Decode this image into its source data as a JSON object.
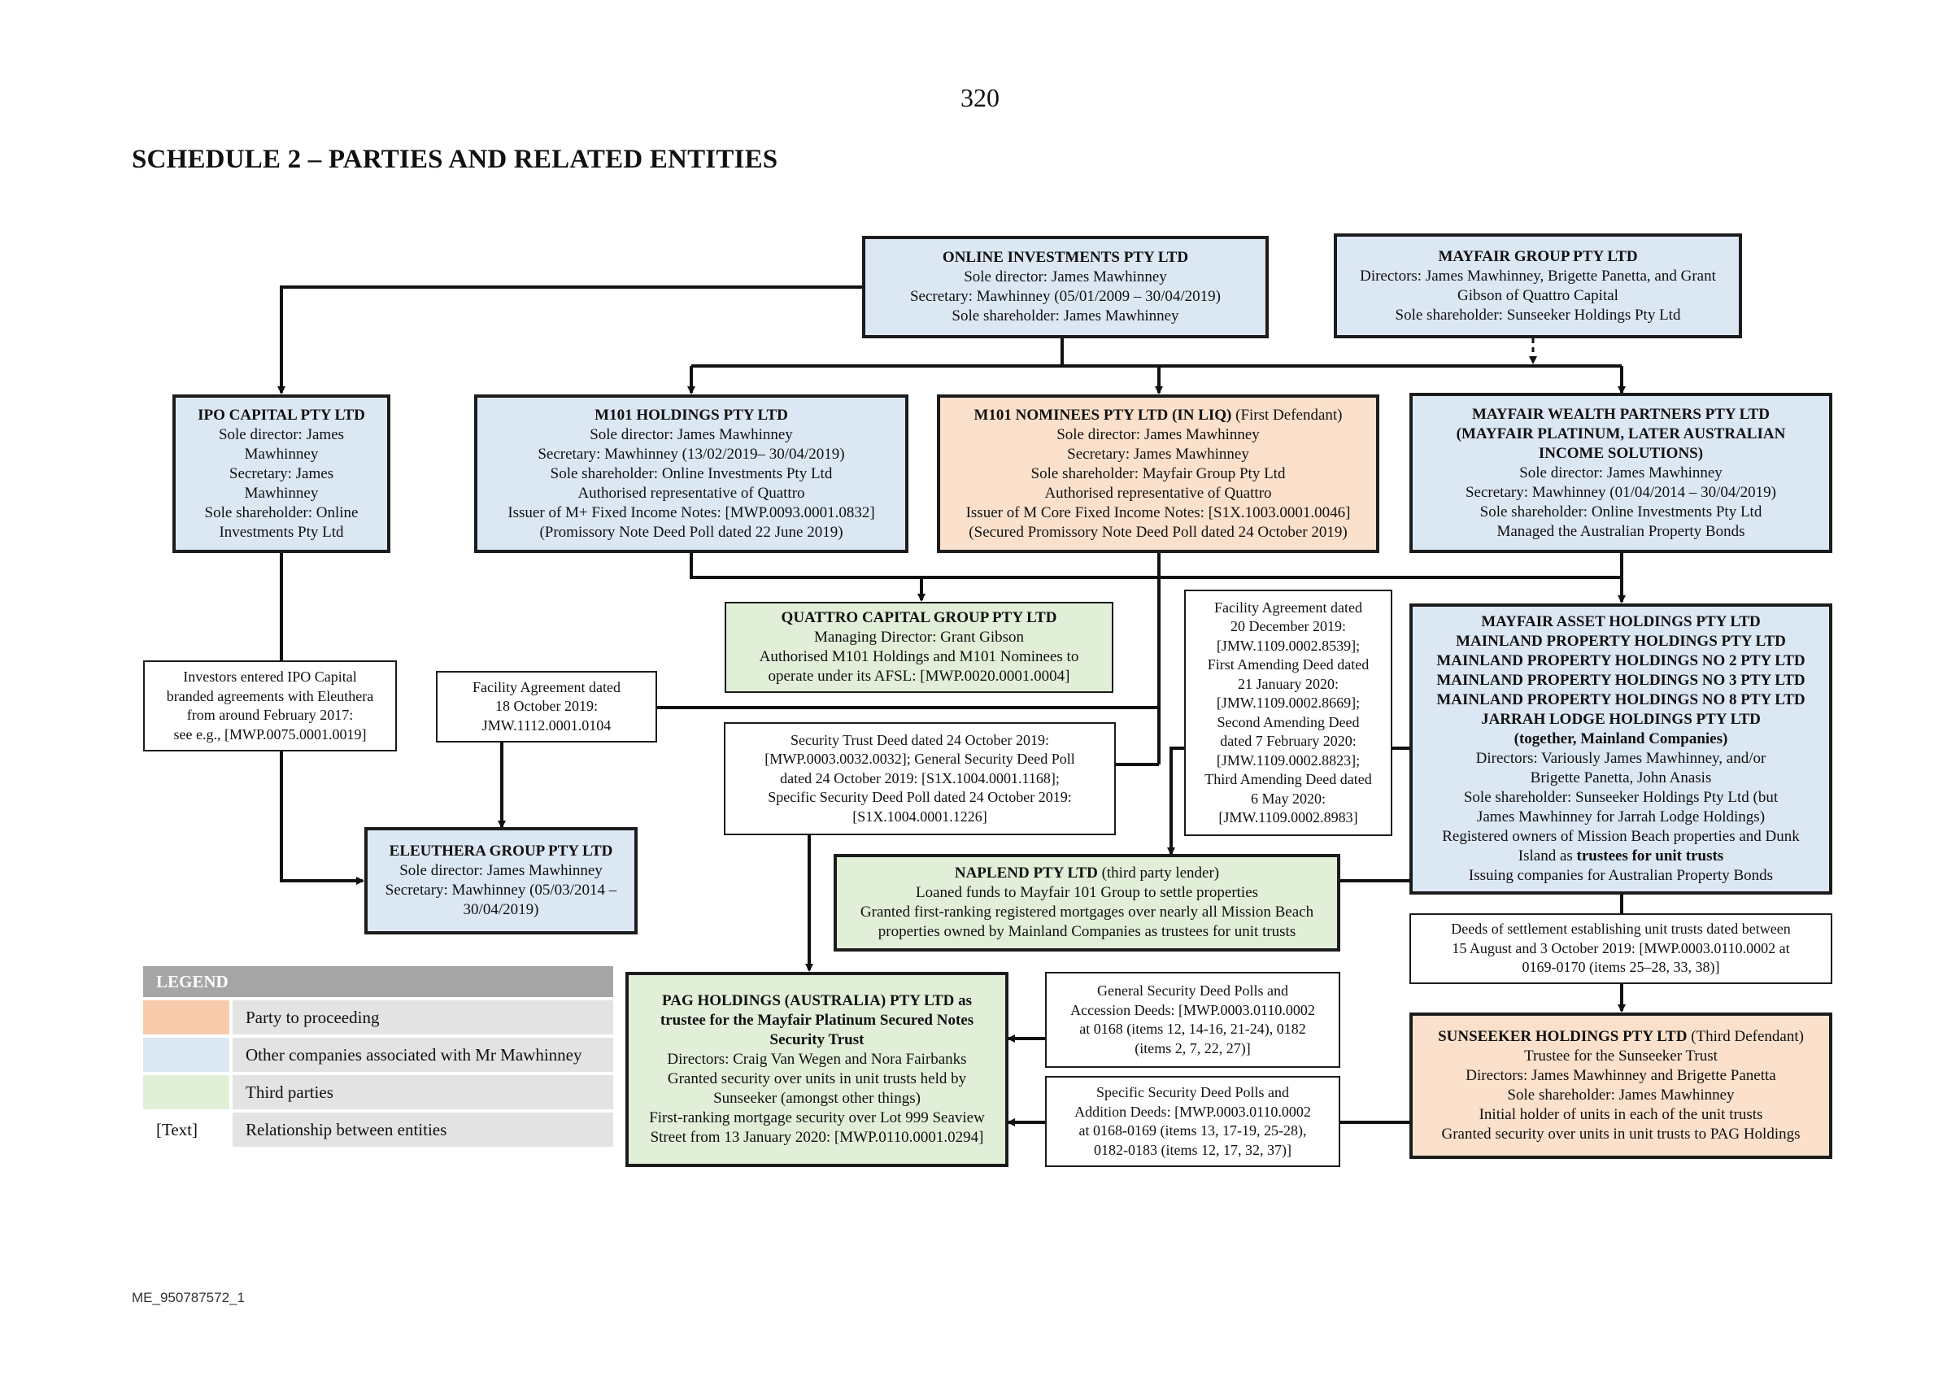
{
  "page_number": "320",
  "heading": "SCHEDULE 2 – PARTIES AND RELATED ENTITIES",
  "footer_ref": "ME_950787572_1",
  "entities": {
    "online_investments": {
      "name": "ONLINE INVESTMENTS PTY LTD",
      "lines": [
        "Sole director: James Mawhinney",
        "Secretary: Mawhinney (05/01/2009 – 30/04/2019)",
        "Sole shareholder: James Mawhinney"
      ]
    },
    "mayfair_group": {
      "name": "MAYFAIR GROUP PTY LTD",
      "lines": [
        "Directors: James Mawhinney, Brigette Panetta, and Grant",
        "Gibson of Quattro Capital",
        "Sole shareholder: Sunseeker Holdings Pty Ltd"
      ]
    },
    "ipo_capital": {
      "name": "IPO CAPITAL PTY LTD",
      "lines": [
        "Sole director: James",
        "Mawhinney",
        "Secretary: James",
        "Mawhinney",
        "Sole shareholder: Online",
        "Investments Pty Ltd"
      ]
    },
    "m101_holdings": {
      "name": "M101 HOLDINGS PTY LTD",
      "lines": [
        "Sole director: James Mawhinney",
        "Secretary: Mawhinney (13/02/2019– 30/04/2019)",
        "Sole shareholder: Online Investments Pty Ltd",
        "Authorised representative of Quattro",
        "Issuer of M+ Fixed Income Notes: [MWP.0093.0001.0832]",
        "(Promissory Note Deed Poll dated 22 June 2019)"
      ]
    },
    "m101_nominees": {
      "name": "M101 NOMINEES PTY LTD (IN LIQ)",
      "suffix": " (First Defendant)",
      "lines": [
        "Sole director: James Mawhinney",
        "Secretary: James Mawhinney",
        "Sole shareholder: Mayfair Group Pty Ltd",
        "Authorised representative of Quattro",
        "Issuer of M Core Fixed Income Notes: [S1X.1003.0001.0046]",
        "(Secured Promissory Note Deed Poll dated 24 October 2019)"
      ]
    },
    "mayfair_wealth": {
      "name_lines": [
        "MAYFAIR WEALTH PARTNERS PTY LTD",
        "(MAYFAIR PLATINUM, LATER AUSTRALIAN",
        "INCOME SOLUTIONS)"
      ],
      "lines": [
        "Sole director: James Mawhinney",
        "Secretary: Mawhinney (01/04/2014  – 30/04/2019)",
        "Sole shareholder: Online Investments Pty Ltd",
        "Managed the Australian Property Bonds"
      ]
    },
    "quattro": {
      "name": "QUATTRO CAPITAL GROUP PTY LTD",
      "lines": [
        "Managing Director: Grant Gibson",
        "Authorised M101 Holdings and M101 Nominees to",
        "operate under its AFSL: [MWP.0020.0001.0004]"
      ]
    },
    "mainland": {
      "name_lines": [
        "MAYFAIR ASSET HOLDINGS PTY LTD",
        "MAINLAND PROPERTY HOLDINGS PTY LTD",
        "MAINLAND PROPERTY HOLDINGS NO 2 PTY LTD",
        "MAINLAND PROPERTY HOLDINGS NO 3 PTY LTD",
        "MAINLAND PROPERTY HOLDINGS NO 8 PTY LTD",
        "JARRAH LODGE HOLDINGS PTY LTD",
        "(together, Mainland Companies)"
      ],
      "lines": [
        "Directors: Variously James Mawhinney, and/or",
        "Brigette Panetta, John Anasis",
        "Sole shareholder: Sunseeker Holdings Pty Ltd (but",
        "James Mawhinney for Jarrah Lodge Holdings)",
        "Registered owners of Mission Beach properties and Dunk"
      ],
      "island_prefix": "Island as ",
      "island_bold": "trustees for unit trusts",
      "last_line": "Issuing companies for Australian Property Bonds"
    },
    "eleuthera": {
      "name": "ELEUTHERA GROUP PTY LTD",
      "lines": [
        "Sole director: James Mawhinney",
        "Secretary: Mawhinney (05/03/2014 –",
        "30/04/2019)"
      ]
    },
    "naplend": {
      "name": "NAPLEND PTY LTD",
      "suffix": " (third party lender)",
      "lines": [
        "Loaned funds to Mayfair 101 Group to settle properties",
        "Granted first-ranking registered mortgages over nearly all Mission Beach",
        "properties owned by Mainland Companies as trustees for unit trusts"
      ]
    },
    "pag": {
      "name_lines": [
        "PAG HOLDINGS (AUSTRALIA) PTY LTD as",
        "trustee for the Mayfair Platinum Secured Notes",
        "Security Trust"
      ],
      "lines": [
        "Directors: Craig Van Wegen and Nora Fairbanks",
        "Granted security over units in unit trusts held by",
        "Sunseeker (amongst other things)",
        "First-ranking mortgage security over Lot 999 Seaview",
        "Street from 13 January 2020: [MWP.0110.0001.0294]"
      ]
    },
    "sunseeker": {
      "name": "SUNSEEKER HOLDINGS PTY LTD",
      "suffix": " (Third Defendant)",
      "lines": [
        "Trustee for the Sunseeker Trust",
        "Directors: James Mawhinney and Brigette Panetta",
        "Sole shareholder: James Mawhinney",
        "Initial holder of units in each of the unit trusts",
        "Granted security over units in unit trusts to PAG Holdings"
      ]
    }
  },
  "relationships": {
    "ipo_investors": [
      "Investors entered IPO Capital",
      "branded agreements with Eleuthera",
      "from around February 2017:",
      "see e.g., [MWP.0075.0001.0019]"
    ],
    "facility_18oct": [
      "Facility Agreement dated",
      "18 October 2019:",
      "JMW.1112.0001.0104"
    ],
    "security_trust": [
      "Security Trust Deed dated 24 October 2019:",
      "[MWP.0003.0032.0032]; General Security Deed Poll",
      "dated 24 October 2019: [S1X.1004.0001.1168];",
      "Specific Security Deed Poll dated 24 October 2019:",
      "[S1X.1004.0001.1226]"
    ],
    "facility_20dec": [
      "Facility Agreement dated",
      "20 December 2019:",
      "[JMW.1109.0002.8539];",
      "First Amending Deed dated",
      "21 January 2020:",
      "[JMW.1109.0002.8669];",
      "Second Amending Deed",
      "dated 7 February 2020:",
      "[JMW.1109.0002.8823];",
      "Third Amending Deed dated",
      "6 May 2020:",
      "[JMW.1109.0002.8983]"
    ],
    "deeds_settlement": [
      "Deeds of settlement establishing unit trusts dated between",
      "15 August and 3 October 2019: [MWP.0003.0110.0002 at",
      "0169-0170 (items 25–28, 33, 38)]"
    ],
    "general_security": [
      "General Security Deed Polls and",
      "Accession Deeds: [MWP.0003.0110.0002",
      "at 0168 (items 12, 14-16, 21-24), 0182",
      "(items 2, 7, 22, 27)]"
    ],
    "specific_security": [
      "Specific Security Deed Polls and",
      "Addition Deeds: [MWP.0003.0110.0002",
      "at 0168-0169 (items 13, 17-19, 25-28),",
      "0182-0183 (items 12, 17, 32, 37)]"
    ]
  },
  "legend": {
    "title": "LEGEND",
    "items": [
      {
        "swatch_color": "#f8cbad",
        "swatch_text": "",
        "label": "Party to proceeding"
      },
      {
        "swatch_color": "#dce7f4",
        "swatch_text": "",
        "label": "Other companies associated with Mr Mawhinney"
      },
      {
        "swatch_color": "#e1efd9",
        "swatch_text": "",
        "label": "Third parties"
      },
      {
        "swatch_color": "#ffffff",
        "swatch_text": "[Text]",
        "label": "Relationship between entities"
      }
    ]
  }
}
